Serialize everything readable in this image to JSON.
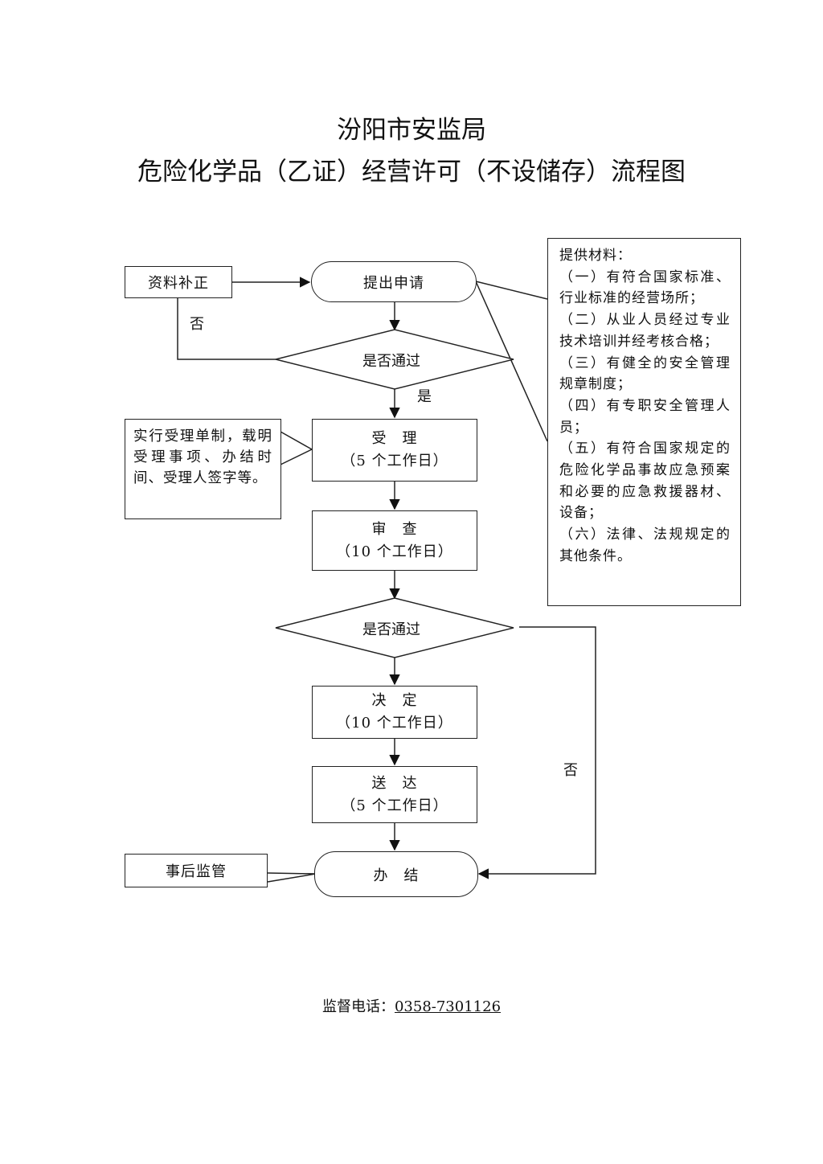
{
  "header": {
    "org": "汾阳市安监局",
    "title": "危险化学品（乙证）经营许可（不设储存）流程图"
  },
  "nodes": {
    "supplement": "资料补正",
    "apply": "提出申请",
    "check1": "是否通过",
    "accept": {
      "label": "受　理",
      "days": "（5 个工作日）"
    },
    "review": {
      "label": "审　查",
      "days": "（10 个工作日）"
    },
    "check2": "是否通过",
    "decide": {
      "label": "决　定",
      "days": "（10 个工作日）"
    },
    "deliver": {
      "label": "送　达",
      "days": "（5 个工作日）"
    },
    "finish": "办　结",
    "post": "事后监管"
  },
  "edge_labels": {
    "no1": "否",
    "yes1": "是",
    "no2": "否"
  },
  "notes": {
    "accept_note": "实行受理单制，载明受理事项、办结时间、受理人签字等。",
    "materials_title": "提供材料：",
    "materials": [
      "（一）有符合国家标准、行业标准的经营场所；",
      "（二）从业人员经过专业技术培训并经考核合格；",
      "（三）有健全的安全管理规章制度；",
      "（四）有专职安全管理人员；",
      "（五）有符合国家规定的危险化学品事故应急预案和必要的应急救援器材、设备；",
      "（六）法律、法规规定的其他条件。"
    ]
  },
  "footer": {
    "label": "监督电话：",
    "phone": "0358-7301126"
  }
}
